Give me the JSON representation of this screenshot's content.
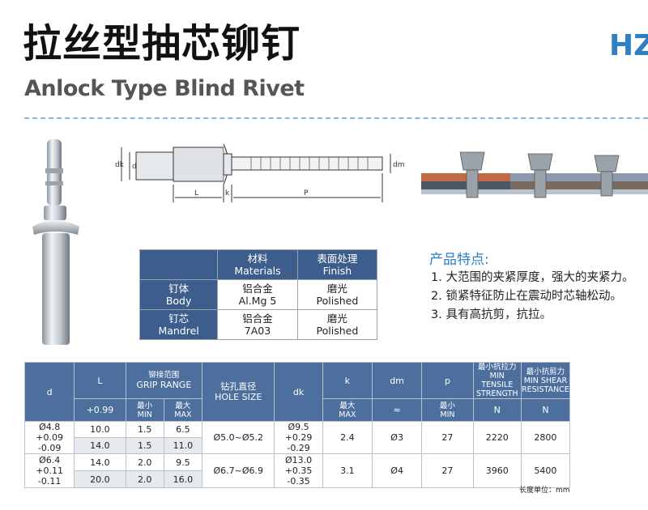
{
  "header": {
    "title_cn": "拉丝型抽芯铆钉",
    "title_en": "Anlock Type Blind Rivet",
    "code": "HZ"
  },
  "drawing": {
    "dim_labels": [
      "dk",
      "d",
      "L",
      "k",
      "P",
      "dm"
    ]
  },
  "materials": {
    "col_material": "材料",
    "col_material_en": "Materials",
    "col_finish": "表面处理",
    "col_finish_en": "Finish",
    "rows": [
      {
        "name": "钉体",
        "name_en": "Body",
        "material": "铝合金",
        "material_en": "Al.Mg 5",
        "finish": "磨光",
        "finish_en": "Polished"
      },
      {
        "name": "钉芯",
        "name_en": "Mandrel",
        "material": "铝合金",
        "material_en": "7A03",
        "finish": "磨光",
        "finish_en": "Polished"
      }
    ]
  },
  "features": {
    "title": "产品特点:",
    "items": [
      "1. 大范围的夹紧厚度，强大的夹紧力。",
      "2. 锁紧特征防止在震动时芯轴松动。",
      "3. 具有高抗剪，抗拉。"
    ]
  },
  "spec": {
    "headers": {
      "d": "d",
      "L": "L",
      "L_sub": "+0.99",
      "grip_cn": "铆接范围",
      "grip_en": "GRIP RANGE",
      "grip_min": "最小\nMIN",
      "grip_max": "最大\nMAX",
      "hole_cn": "钻孔直径",
      "hole_en": "HOLE SIZE",
      "dk": "dk",
      "k": "k",
      "k_sub": "最大\nMAX",
      "dm": "dm",
      "dm_sub": "≈",
      "p": "p",
      "p_sub": "最小\nMIN",
      "tensile": "最小抗拉力\nMIN TENSILE\nSTRENGTH",
      "tensile_sub": "N",
      "shear": "最小抗剪力\nMIN SHEAR\nRESISTANCE",
      "shear_sub": "N"
    },
    "groups": [
      {
        "d": "Ø4.8\n+0.09\n-0.09",
        "hole": "Ø5.0~Ø5.2",
        "dk": "Ø9.5\n+0.29\n-0.29",
        "k": "2.4",
        "dm": "Ø3",
        "p": "27",
        "tensile": "2220",
        "shear": "2800",
        "rows": [
          {
            "L": "10.0",
            "min": "1.5",
            "max": "6.5"
          },
          {
            "L": "14.0",
            "min": "1.5",
            "max": "11.0"
          }
        ]
      },
      {
        "d": "Ø6.4\n+0.11\n-0.11",
        "hole": "Ø6.7~Ø6.9",
        "dk": "Ø13.0\n+0.35\n-0.35",
        "k": "3.1",
        "dm": "Ø4",
        "p": "27",
        "tensile": "3960",
        "shear": "5400",
        "rows": [
          {
            "L": "14.0",
            "min": "2.0",
            "max": "9.5"
          },
          {
            "L": "20.0",
            "min": "2.0",
            "max": "16.0"
          }
        ]
      }
    ],
    "unit": "长度单位：mm"
  },
  "colors": {
    "accent": "#2e7fc4",
    "table_header": "#4d6f9e",
    "alt_row": "#e6e9ee"
  }
}
